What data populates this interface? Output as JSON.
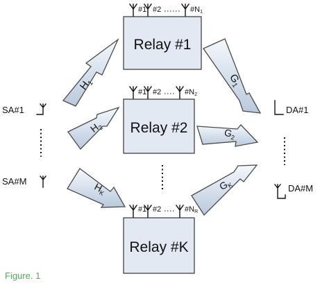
{
  "relays": [
    {
      "title": "Relay #1",
      "antenna_first": "#1",
      "antenna_second": "#2",
      "antenna_last_main": "#N",
      "antenna_last_sub": "1"
    },
    {
      "title": "Relay #2",
      "antenna_first": "#1",
      "antenna_second": "#2",
      "antenna_last_main": "#N",
      "antenna_last_sub": "2"
    },
    {
      "title": "Relay #K",
      "antenna_first": "#1",
      "antenna_second": "#2",
      "antenna_last_main": "#N",
      "antenna_last_sub": "R"
    }
  ],
  "sources": {
    "first": "SA#1",
    "last": "SA#M"
  },
  "destinations": {
    "first": "DA#1",
    "last": "DA#M"
  },
  "channels": {
    "h1": {
      "main": "H",
      "sub": "1"
    },
    "h2": {
      "main": "H",
      "sub": "2"
    },
    "hk": {
      "main": "H",
      "sub": "K"
    },
    "g1": {
      "main": "G",
      "sub": "1"
    },
    "g2": {
      "main": "G",
      "sub": "2"
    },
    "gk": {
      "main": "G",
      "sub": "K"
    }
  },
  "caption": "Figure. 1",
  "colors": {
    "relay_fill": "#e2e9f3",
    "arrow_light": "#f4f8fc",
    "arrow_dark": "#b9c9dd",
    "caption": "#4caf50"
  }
}
